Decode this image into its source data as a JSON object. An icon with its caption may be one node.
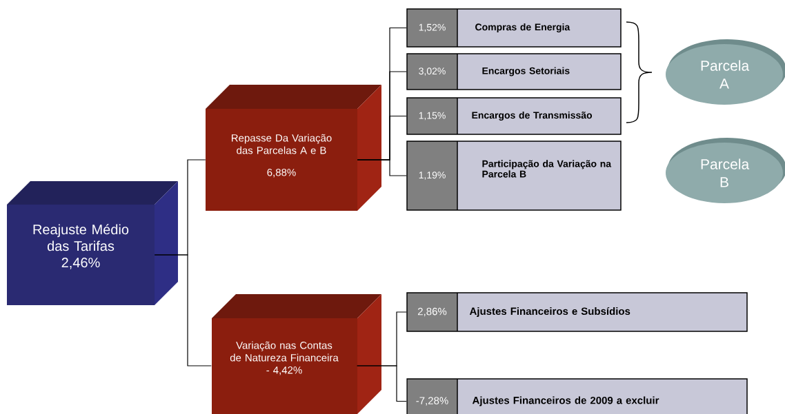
{
  "diagram": {
    "nodes": [
      {
        "text": [
          "Reajuste Médio das Tarifas",
          "2,46%"
        ]
      },
      {
        "text": [
          "Repasse Da Variação das Parcelas A e B",
          "6,88%"
        ]
      },
      {
        "text": [
          "Variação nas Contas de Natureza Financeira",
          "- 4,42%"
        ]
      },
      {
        "text": [
          "1,52%",
          "Compras de Energia"
        ]
      },
      {
        "text": [
          "3,02%",
          "Encargos Setoriais"
        ]
      },
      {
        "text": [
          "1,15%",
          "Encargos de Transmissão"
        ]
      },
      {
        "text": [
          "1,19%",
          "Participação da Variação na Parcela B"
        ]
      },
      {
        "text": [
          "2,86%",
          "Ajustes Financeiros e Subsídios"
        ]
      },
      {
        "text": [
          "-7,28%",
          "Ajustes Financeiros de 2009 a excluir"
        ]
      },
      {
        "text": [
          "Parcela A"
        ]
      },
      {
        "text": [
          "Parcela B"
        ]
      }
    ],
    "edges": [
      {
        "from": 0,
        "to": 1,
        "arrow": "none"
      },
      {
        "from": 0,
        "to": 2,
        "arrow": "none"
      },
      {
        "from": 1,
        "to": 3,
        "arrow": "none"
      },
      {
        "from": 1,
        "to": 4,
        "arrow": "none"
      },
      {
        "from": 1,
        "to": 5,
        "arrow": "none"
      },
      {
        "from": 1,
        "to": 6,
        "arrow": "none"
      },
      {
        "from": 2,
        "to": 7,
        "arrow": "none"
      },
      {
        "from": 2,
        "to": 8,
        "arrow": "none"
      }
    ]
  }
}
